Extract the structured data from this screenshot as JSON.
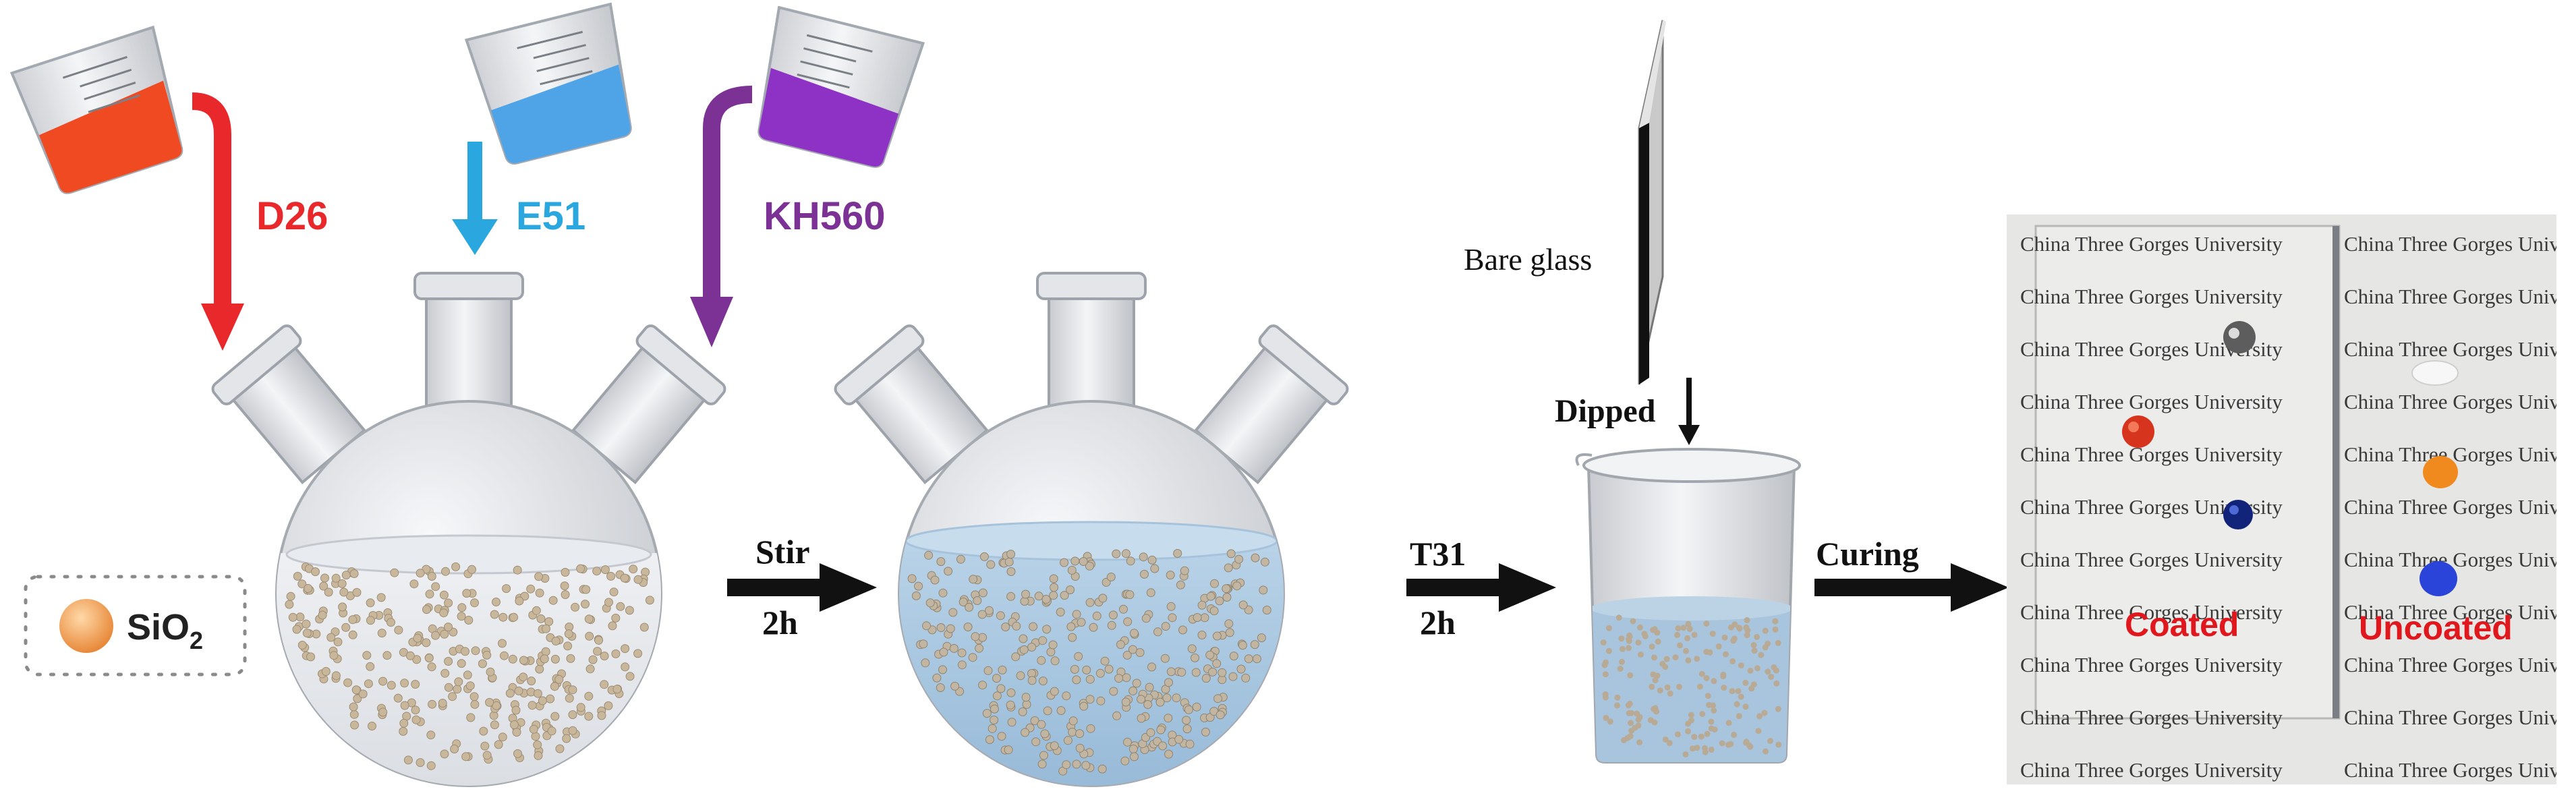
{
  "reagents": {
    "d26": {
      "label": "D26",
      "color": "#e8282a"
    },
    "e51": {
      "label": "E51",
      "color": "#2aa7df"
    },
    "kh560": {
      "label": "KH560",
      "color": "#7b3294"
    }
  },
  "legend": {
    "particle_base": "SiO",
    "particle_sub": "2",
    "particle_color": "#f2a25a"
  },
  "steps": {
    "stir": {
      "top": "Stir",
      "bottom": "2h"
    },
    "t31": {
      "top": "T31",
      "bottom": "2h"
    },
    "curing": {
      "top": "Curing"
    }
  },
  "dip": {
    "glass_label": "Bare glass",
    "dipped_label": "Dipped"
  },
  "photo": {
    "watermark": "China Three Gorges University",
    "coated_label": "Coated",
    "uncoated_label": "Uncoated",
    "label_color": "#e0171c"
  }
}
